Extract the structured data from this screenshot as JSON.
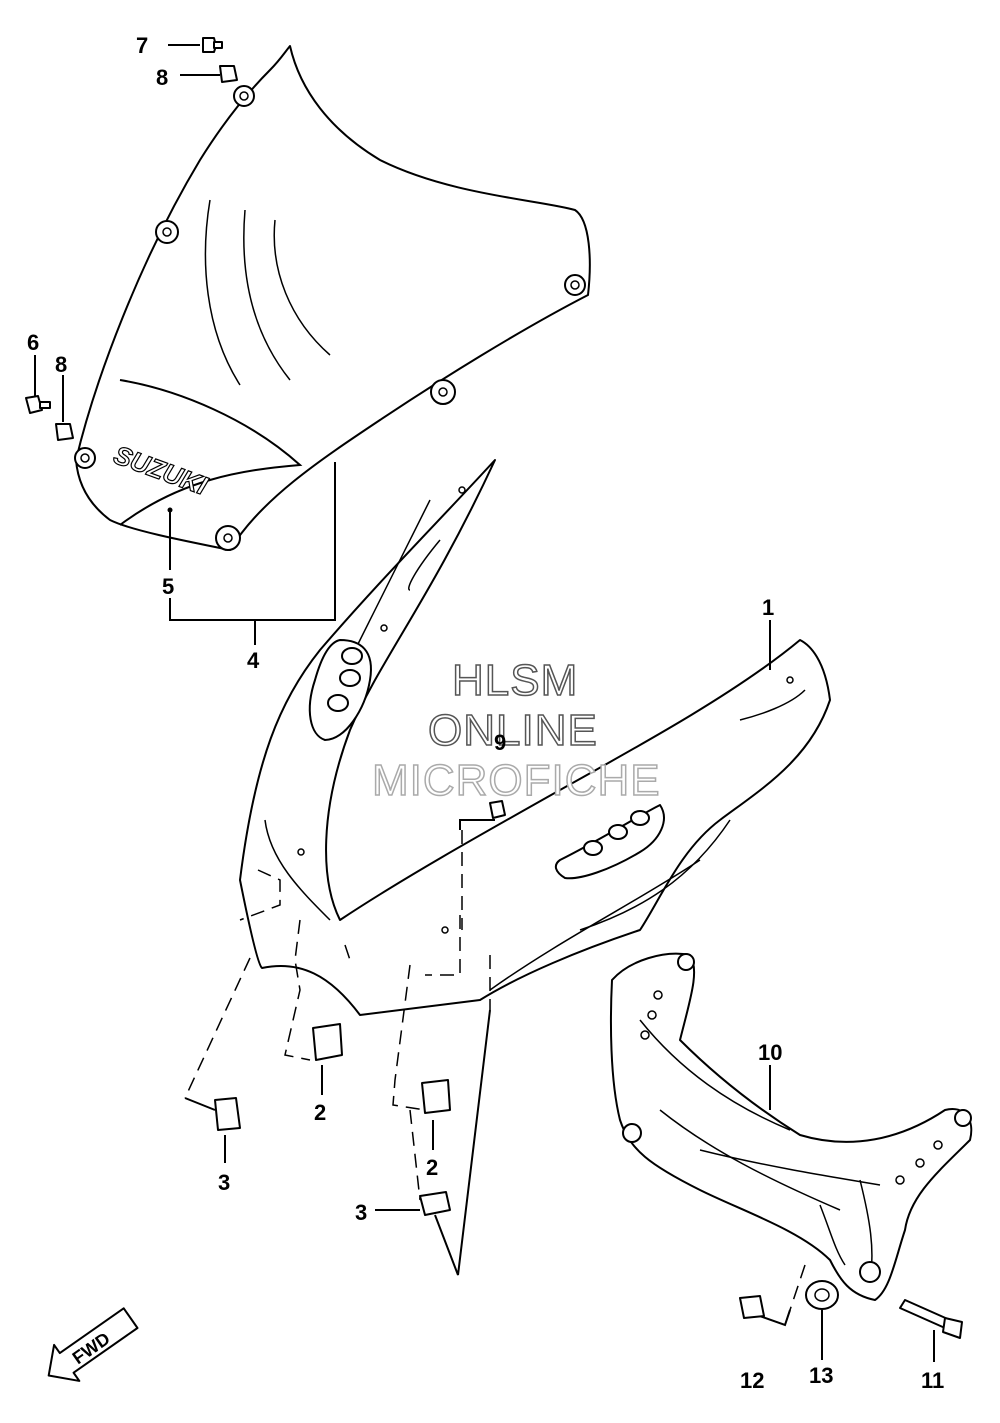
{
  "watermark": {
    "line1": "HLSM",
    "line2": "ONLINE",
    "line3": "MICROFICHE"
  },
  "emblem_text": "SUZUKI",
  "fwd_label": "FWD",
  "callouts": {
    "c1": "1",
    "c2a": "2",
    "c2b": "2",
    "c3a": "3",
    "c3b": "3",
    "c4": "4",
    "c5": "5",
    "c6": "6",
    "c7": "7",
    "c8a": "8",
    "c8b": "8",
    "c9": "9",
    "c10": "10",
    "c11": "11",
    "c12": "12",
    "c13": "13"
  }
}
